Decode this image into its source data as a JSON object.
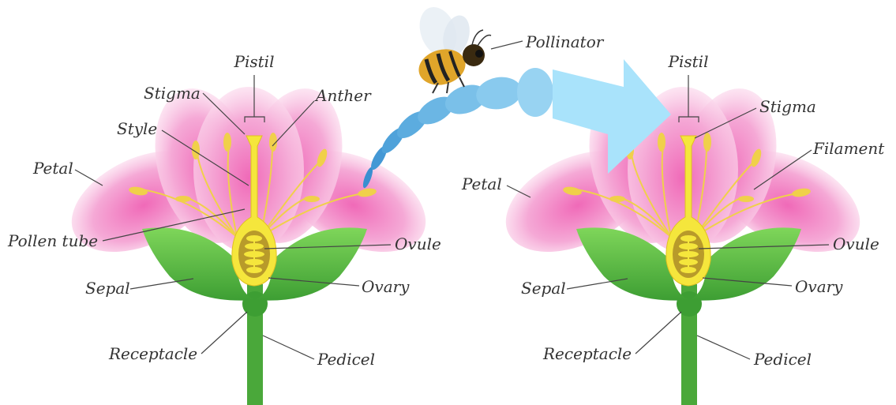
{
  "diagram": {
    "left_flower": {
      "labels": {
        "pistil": "Pistil",
        "stigma": "Stigma",
        "anther": "Anther",
        "style": "Style",
        "petal": "Petal",
        "pollen_tube": "Pollen tube",
        "ovule": "Ovule",
        "sepal": "Sepal",
        "ovary": "Ovary",
        "receptacle": "Receptacle",
        "pedicel": "Pedicel"
      }
    },
    "right_flower": {
      "labels": {
        "pistil": "Pistil",
        "stigma": "Stigma",
        "filament": "Filament",
        "petal": "Petal",
        "ovule": "Ovule",
        "sepal": "Sepal",
        "ovary": "Ovary",
        "receptacle": "Receptacle",
        "pedicel": "Pedicel"
      }
    },
    "pollinator_label": "Pollinator",
    "colors": {
      "petal": "#f3a6d4",
      "petal_light": "#fbe0f0",
      "sepal": "#5cc244",
      "stem": "#4aa83a",
      "pistil": "#f5e63c",
      "ovary": "#b89a2a",
      "stamen": "#f0d04a",
      "arrow": "#6fc3ef",
      "bee_body": "#e0a52a"
    }
  }
}
